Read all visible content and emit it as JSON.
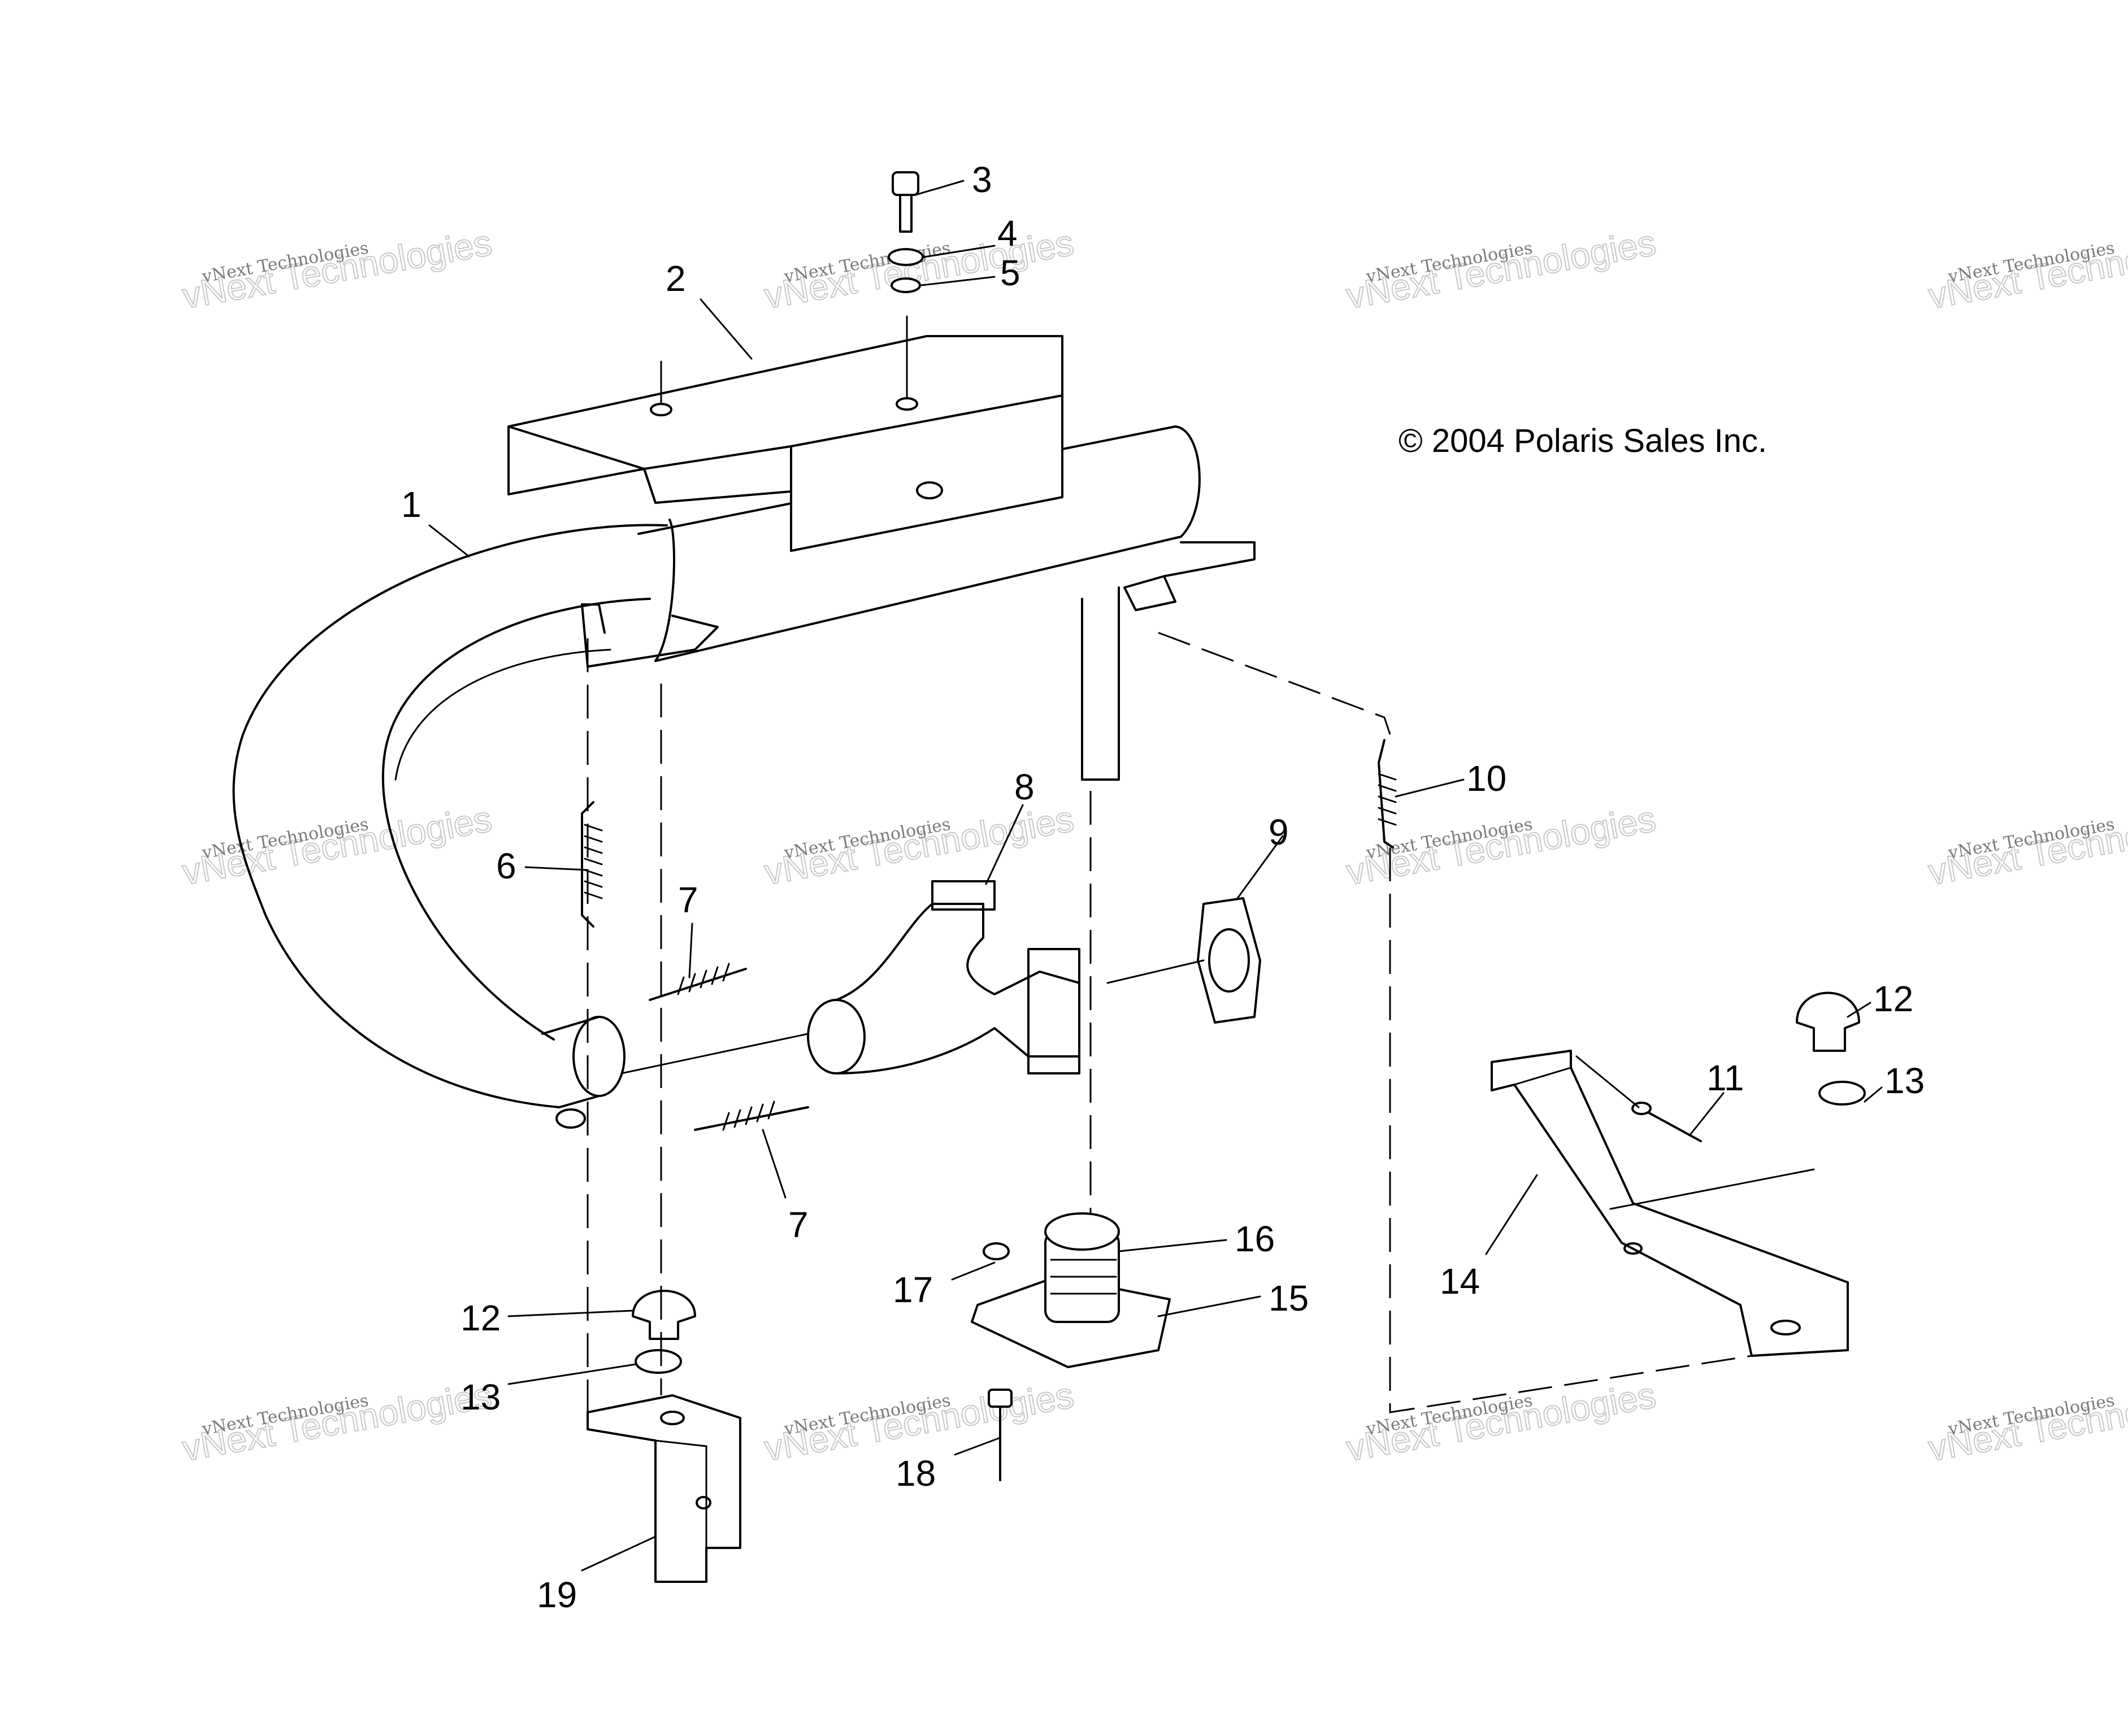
{
  "copyright": "© 2004 Polaris Sales Inc.",
  "watermark": {
    "line1": "vNext Technologies",
    "line2": "vNext Technologies"
  },
  "callouts": {
    "c1": "1",
    "c2": "2",
    "c3": "3",
    "c4": "4",
    "c5": "5",
    "c6": "6",
    "c7a": "7",
    "c7b": "7",
    "c8": "8",
    "c9": "9",
    "c10": "10",
    "c11": "11",
    "c12a": "12",
    "c12b": "12",
    "c13a": "13",
    "c13b": "13",
    "c14": "14",
    "c15": "15",
    "c16": "16",
    "c17": "17",
    "c18": "18",
    "c19": "19"
  }
}
